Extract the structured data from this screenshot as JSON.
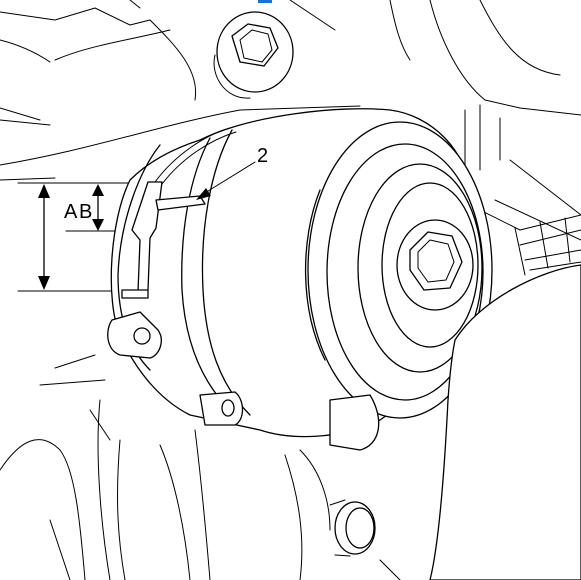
{
  "diagram": {
    "labels": {
      "a": "A",
      "b": "B",
      "part_2": "2"
    },
    "colors": {
      "line": "#000000",
      "background": "#ffffff",
      "link_marker": "#1a6fd6"
    }
  }
}
